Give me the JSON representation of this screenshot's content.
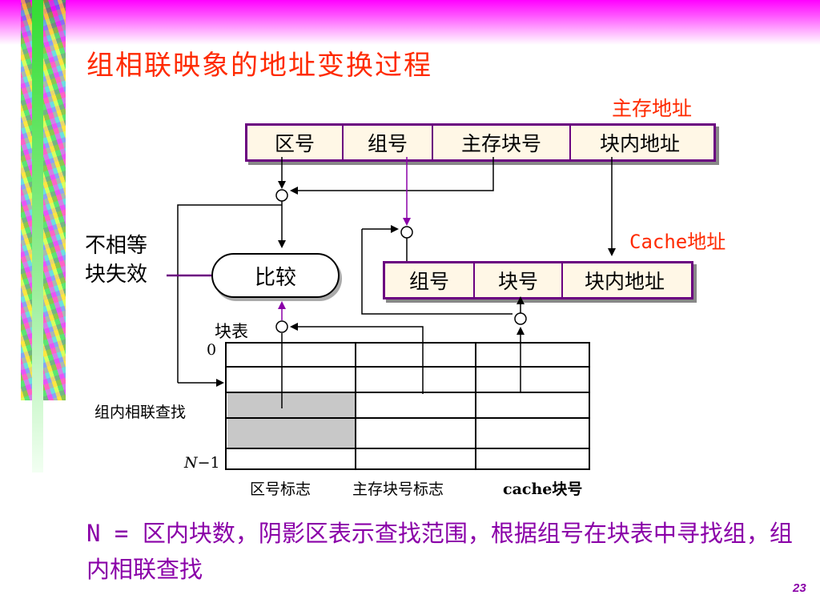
{
  "title": "组相联映象的地址变换过程",
  "main_address": {
    "label": "主存地址",
    "fields": [
      "区号",
      "组号",
      "主存块号",
      "块内地址"
    ]
  },
  "cache_address": {
    "label": "Cache地址",
    "fields": [
      "组号",
      "块号",
      "块内地址"
    ]
  },
  "compare": {
    "label": "比较",
    "mismatch_line1": "不相等",
    "mismatch_line2": "块失效"
  },
  "block_table": {
    "label": "块表",
    "row_first": "0",
    "row_last_prefix": "N",
    "row_last_suffix": "−1",
    "side_label": "组内相联查找",
    "columns": [
      "区号标志",
      "主存块号标志",
      "cache块号"
    ]
  },
  "bottom_text": "N = 区内块数，阴影区表示查找范围，根据组号在块表中寻找组，组内相联查找",
  "page_number": "23",
  "colors": {
    "title": "#ff2a00",
    "box_border": "#6b0080",
    "note": "#8a00a8",
    "shade": "#c8c8c8"
  }
}
